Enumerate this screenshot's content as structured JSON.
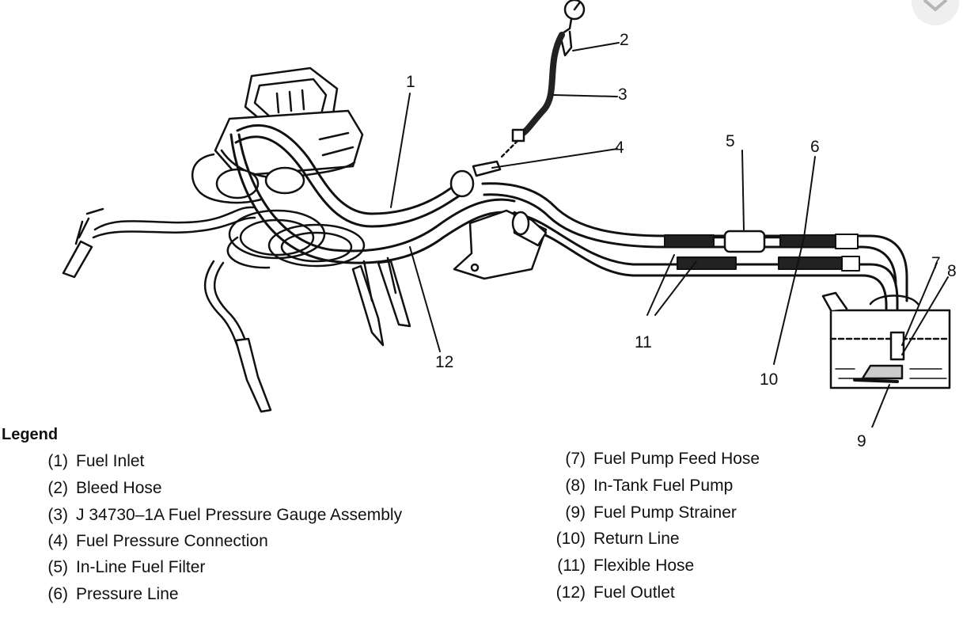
{
  "callouts": [
    "1",
    "2",
    "3",
    "4",
    "5",
    "6",
    "7",
    "8",
    "9",
    "10",
    "11",
    "12"
  ],
  "legend": {
    "title": "Legend",
    "items": [
      {
        "num": "(1)",
        "label": "Fuel Inlet"
      },
      {
        "num": "(2)",
        "label": "Bleed Hose"
      },
      {
        "num": "(3)",
        "label": "J 34730–1A Fuel Pressure Gauge  Assembly"
      },
      {
        "num": "(4)",
        "label": "Fuel Pressure Connection"
      },
      {
        "num": "(5)",
        "label": "In-Line Fuel Filter"
      },
      {
        "num": "(6)",
        "label": "Pressure Line"
      },
      {
        "num": "(7)",
        "label": "Fuel Pump Feed Hose"
      },
      {
        "num": "(8)",
        "label": "In-Tank Fuel Pump"
      },
      {
        "num": "(9)",
        "label": "Fuel Pump Strainer"
      },
      {
        "num": "(10)",
        "label": "Return Line"
      },
      {
        "num": "(11)",
        "label": "Flexible Hose"
      },
      {
        "num": "(12)",
        "label": "Fuel Outlet"
      }
    ]
  }
}
